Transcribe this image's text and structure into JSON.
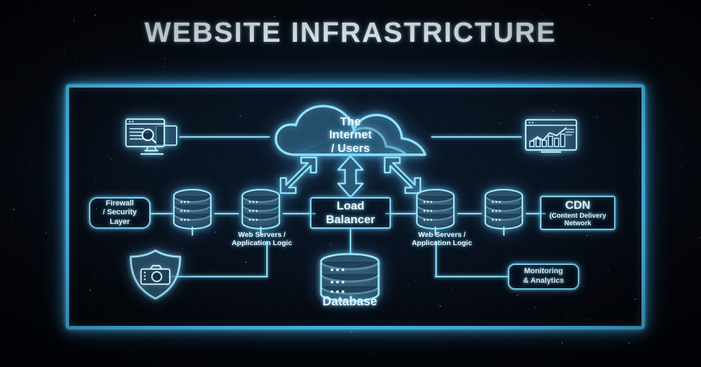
{
  "page": {
    "title": "WEBSITE INFRASTRICTURE",
    "accent": "#4ec3f7",
    "neon": "#7fdcff",
    "background": "#05080f",
    "text_color": "#eaf9ff"
  },
  "nodes": {
    "cloud": {
      "line1": "The",
      "line2": "Internet",
      "line3": "/ Users"
    },
    "firewall": {
      "line1": "Firewall",
      "line2": "/ Security",
      "line3": "Layer"
    },
    "load_balancer": {
      "line1": "Load",
      "line2": "Balancer"
    },
    "cdn": {
      "title": "CDN",
      "sub1": "(Content Delivery",
      "sub2": "Network"
    },
    "monitoring": {
      "line1": "Monitoring",
      "line2": "& Analytics"
    },
    "database": {
      "label": "Database"
    },
    "web_servers_left": {
      "line1": "Web Servers /",
      "line2": "Application Logic"
    },
    "web_servers_right": {
      "line1": "Web Servers /",
      "line2": "Application Logic"
    }
  },
  "icons": {
    "browser_window": "browser-window-icon",
    "analytics_dashboard": "analytics-dashboard-icon",
    "shield_camera": "shield-camera-icon",
    "server_stack": "server-stack-icon",
    "database_cylinder": "database-cylinder-icon",
    "cloud_shape": "cloud-icon",
    "arrow_up_down": "arrow-up-down-icon",
    "arrow_diagonal_left": "arrow-diagonal-left-icon",
    "arrow_diagonal_right": "arrow-diagonal-right-icon"
  }
}
